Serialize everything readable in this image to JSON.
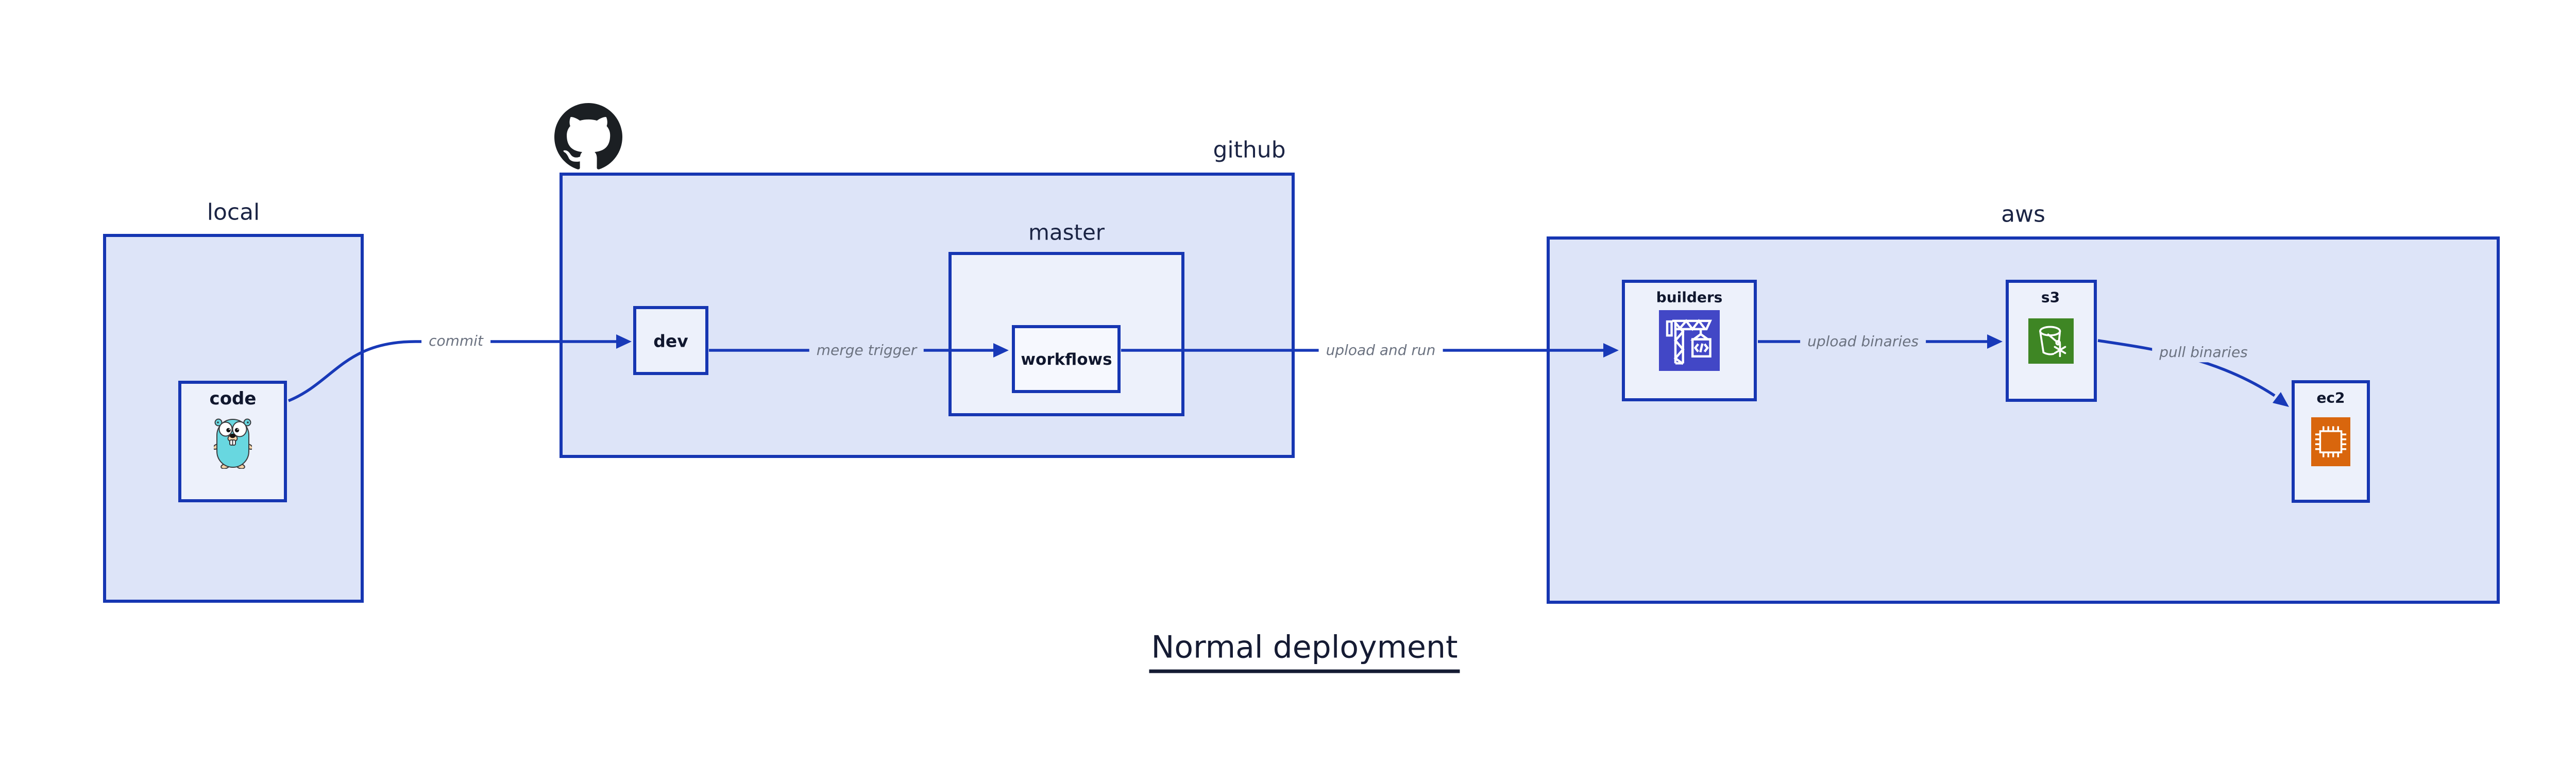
{
  "title": {
    "text": "Normal deployment"
  },
  "groups": {
    "local": {
      "label": "local"
    },
    "github": {
      "label": "github"
    },
    "master": {
      "label": "master"
    },
    "aws": {
      "label": "aws"
    }
  },
  "nodes": {
    "code": {
      "label": "code",
      "icon": "go-gopher-icon"
    },
    "dev": {
      "label": "dev"
    },
    "workflows": {
      "label": "workflows"
    },
    "builders": {
      "label": "builders",
      "icon": "aws-codebuild-crane-icon"
    },
    "s3": {
      "label": "s3",
      "icon": "aws-s3-glacier-bucket-icon"
    },
    "ec2": {
      "label": "ec2",
      "icon": "aws-ec2-chip-icon"
    }
  },
  "edges": {
    "commit": {
      "label": "commit"
    },
    "merge_trigger": {
      "label": "merge trigger"
    },
    "upload_and_run": {
      "label": "upload and run"
    },
    "upload_binaries": {
      "label": "upload binaries"
    },
    "pull_binaries": {
      "label": "pull binaries"
    }
  },
  "colors": {
    "box_border_blue": "#1636b2",
    "arrow_blue": "#1839b8",
    "group_fill": "#dde4f8",
    "node_fill": "#edf1fb",
    "workflows_fill": "#f6f8fe",
    "edge_label_gray": "#6b7280",
    "heading_navy": "#1b2444",
    "node_text_navy": "#10172e",
    "codebuild_indigo": "#4247c6",
    "s3_glacier_green": "#3e8624",
    "ec2_orange": "#d9660d",
    "octocat_black": "#1b1f23",
    "gopher_teal": "#68d7e0"
  }
}
